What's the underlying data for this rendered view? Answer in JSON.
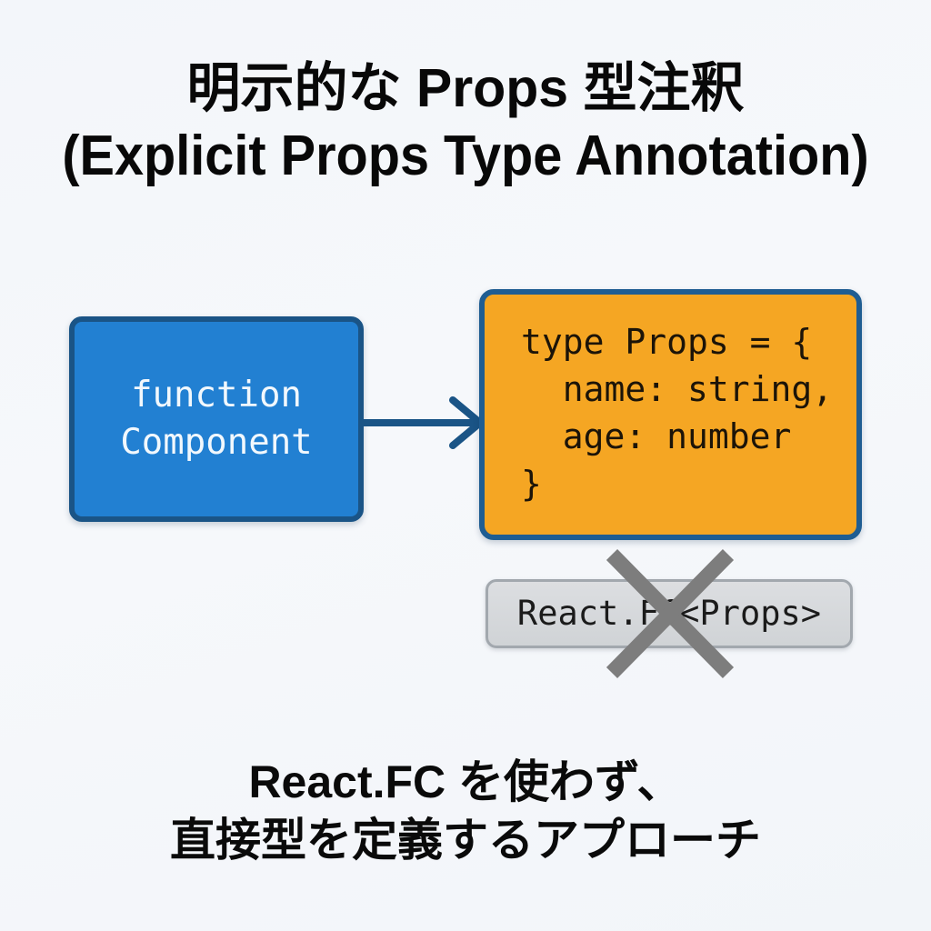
{
  "page": {
    "background_color": "#f4f7fa"
  },
  "title": {
    "line1": "明示的な Props 型注釈",
    "line2": "(Explicit Props Type Annotation)"
  },
  "diagram": {
    "component_box": {
      "label_line1": "function",
      "label_line2": "Component",
      "fill_color": "#2280d2",
      "border_color": "#1a5486",
      "text_color": "#f2f8fd"
    },
    "arrow": {
      "direction": "right",
      "color": "#1a5486"
    },
    "props_box": {
      "code_line1": "type Props = {",
      "code_line2": "  name: string,",
      "code_line3": "  age: number",
      "code_line4": "}",
      "fill_color": "#f5a623",
      "border_color": "#1f5d92",
      "text_color": "#1c1408"
    },
    "rejected_box": {
      "label": "React.FC<Props>",
      "fill_color": "#d3d5d8",
      "border_color": "#a2a8ae",
      "text_color": "#1b1b1b",
      "cross_out_color": "#7d7d7d",
      "cross_out_state": "crossed-out"
    }
  },
  "caption": {
    "line1": "React.FC を使わず、",
    "line2": "直接型を定義するアプローチ"
  }
}
